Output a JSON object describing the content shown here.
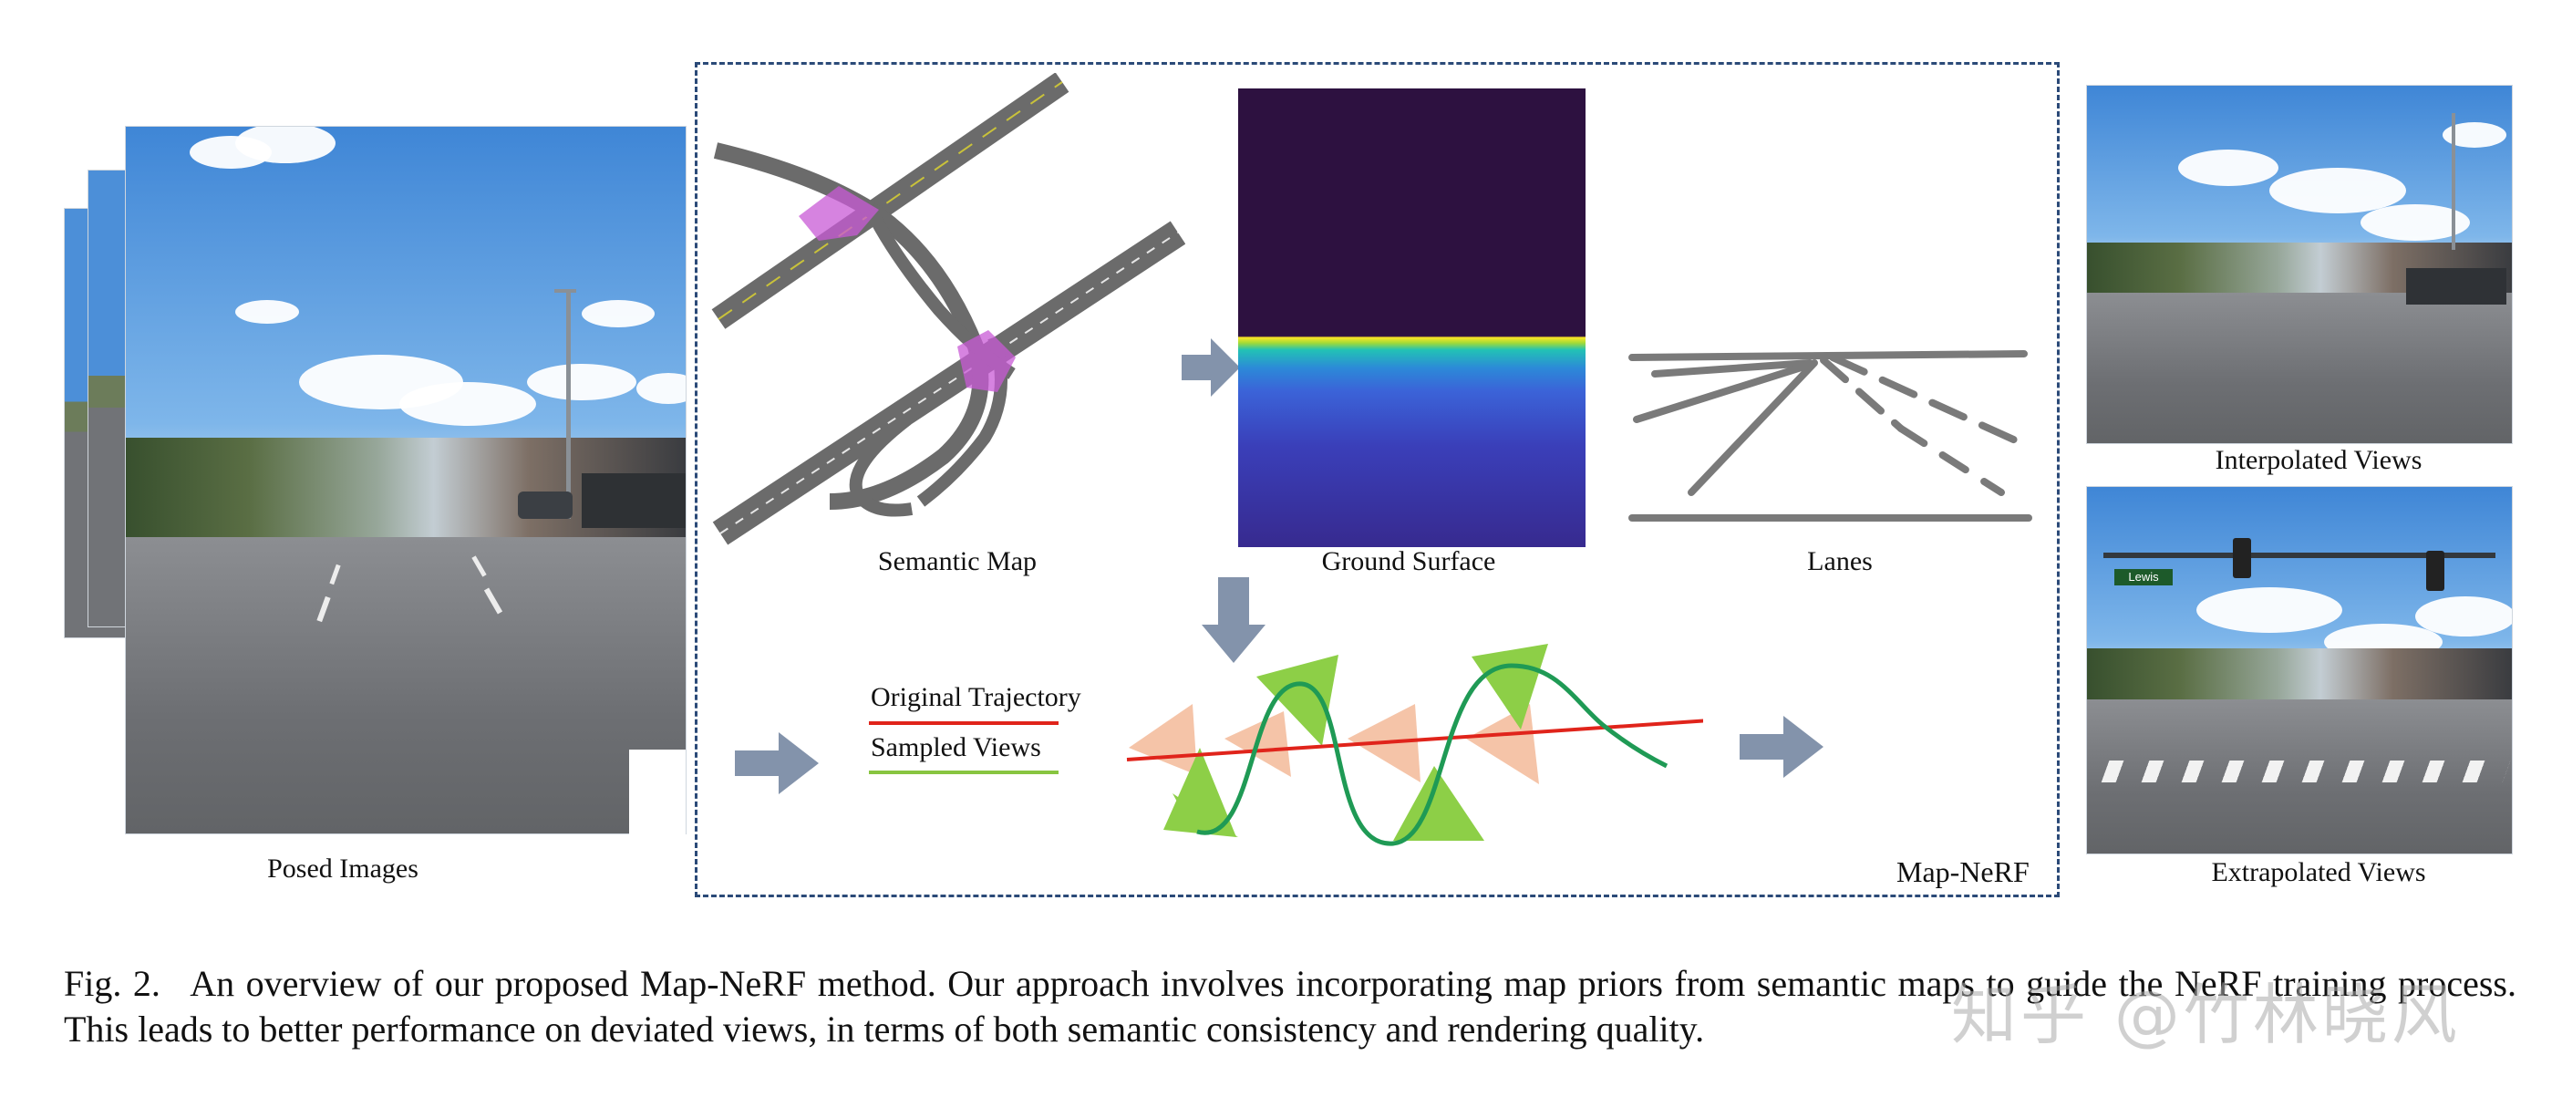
{
  "labels": {
    "posed_images": "Posed Images",
    "semantic_map": "Semantic Map",
    "ground_surface": "Ground Surface",
    "lanes": "Lanes",
    "original_trajectory": "Original Trajectory",
    "sampled_views": "Sampled Views",
    "map_nerf": "Map-NeRF",
    "interpolated_views": "Interpolated Views",
    "extrapolated_views": "Extrapolated Views"
  },
  "street_sign": "Lewis",
  "caption": {
    "label": "Fig. 2.",
    "text": "An overview of our proposed Map-NeRF method. Our approach involves incorporating map priors from semantic maps to guide the NeRF training process. This leads to better performance on deviated views, in terms of both semantic consistency and rendering quality."
  },
  "watermark": "知乎 @竹林晓风",
  "colors": {
    "frame_dash": "#2b4a78",
    "arrow": "#8393ab",
    "trajectory": "#e0241b",
    "sampled": "#88c540",
    "curve": "#1f9a55",
    "camera_pink": "#f5c4a8",
    "camera_green": "#8dcf47",
    "map_road": "#6b6b6b",
    "intersection": "#c85ad6",
    "ground_top": "#2d1140"
  }
}
